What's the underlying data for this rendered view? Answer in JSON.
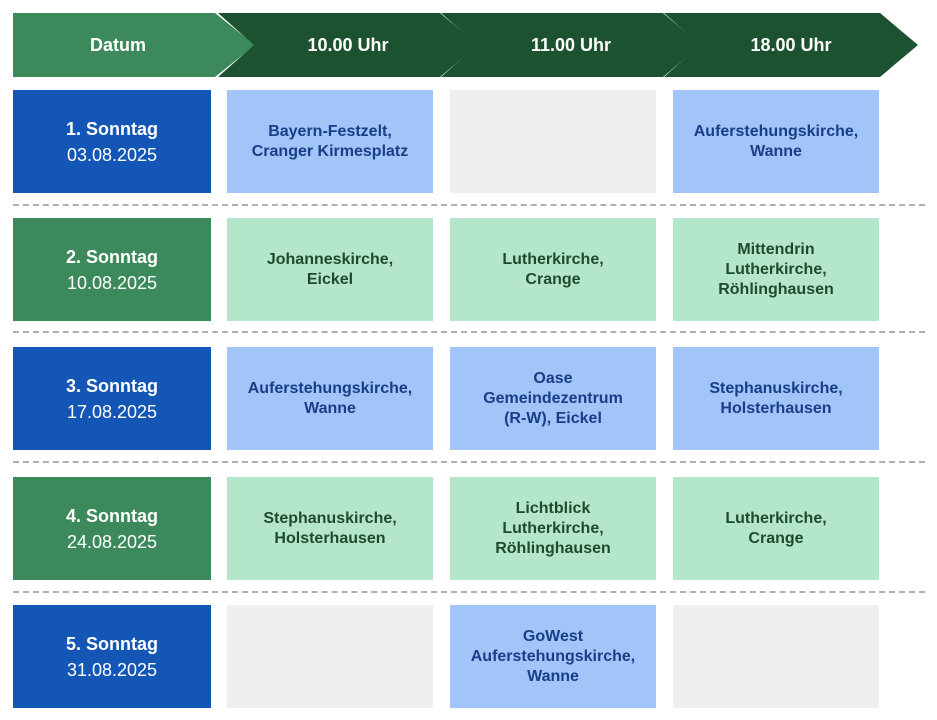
{
  "header": [
    "Datum",
    "10.00 Uhr",
    "11.00 Uhr",
    "18.00 Uhr"
  ],
  "colors": {
    "header_first": "#3c8a5c",
    "header_rest": "#1d5230",
    "date_blue": "#1356b5",
    "date_green": "#3c8a5c",
    "cell_blue": "#a1c5f9",
    "cell_green": "#b4e6cb",
    "cell_empty": "#efefef"
  },
  "rows": [
    {
      "sunday": "1. Sonntag",
      "date": "03.08.2025",
      "theme": "blue",
      "slots": [
        "Bayern-Festzelt,\nCranger Kirmesplatz",
        "",
        "Auferstehungskirche,\nWanne"
      ]
    },
    {
      "sunday": "2. Sonntag",
      "date": "10.08.2025",
      "theme": "green",
      "slots": [
        "Johanneskirche,\nEickel",
        "Lutherkirche,\nCrange",
        "Mittendrin\nLutherkirche,\nRöhlinghausen"
      ]
    },
    {
      "sunday": "3. Sonntag",
      "date": "17.08.2025",
      "theme": "blue",
      "slots": [
        "Auferstehungskirche,\nWanne",
        "Oase\nGemeindezentrum\n(R-W), Eickel",
        "Stephanuskirche,\nHolsterhausen"
      ]
    },
    {
      "sunday": "4. Sonntag",
      "date": "24.08.2025",
      "theme": "green",
      "slots": [
        "Stephanuskirche,\nHolsterhausen",
        "Lichtblick\nLutherkirche,\nRöhlinghausen",
        "Lutherkirche,\nCrange"
      ]
    },
    {
      "sunday": "5. Sonntag",
      "date": "31.08.2025",
      "theme": "blue",
      "slots": [
        "",
        "GoWest\nAuferstehungskirche,\nWanne",
        ""
      ]
    }
  ]
}
